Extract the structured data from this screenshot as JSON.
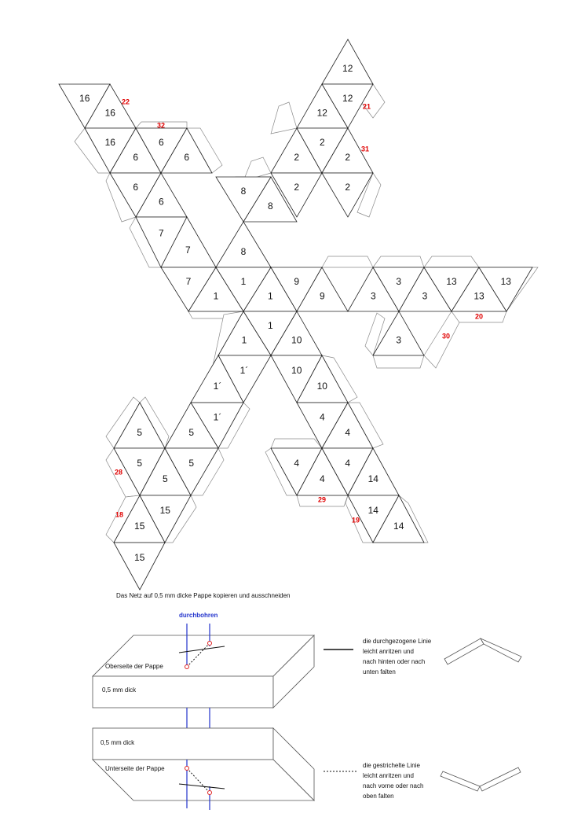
{
  "faces": [
    "16",
    "16",
    "16",
    "6",
    "6",
    "6",
    "6",
    "6",
    "7",
    "7",
    "7",
    "8",
    "8",
    "8",
    "1",
    "1",
    "1",
    "1",
    "1",
    "9",
    "9",
    "3",
    "3",
    "3",
    "3",
    "13",
    "13",
    "13",
    "12",
    "12",
    "12",
    "2",
    "2",
    "2",
    "2",
    "2",
    "10",
    "10",
    "10",
    "4",
    "4",
    "4",
    "4",
    "4",
    "14",
    "14",
    "14",
    "1´",
    "1´",
    "1´",
    "5",
    "5",
    "5",
    "5",
    "5",
    "15",
    "15",
    "15"
  ],
  "tab_numbers": [
    "22",
    "32",
    "21",
    "31",
    "20",
    "30",
    "29",
    "19",
    "28",
    "18"
  ],
  "instruction": "Das Netz auf 0,5 mm dicke Pappe kopieren und ausschneiden",
  "drill_label": "durchbohren",
  "top_side_label": "Oberseite der Pappe",
  "bottom_side_label": "Unterseite der Pappe",
  "thickness_label_top": "0,5 mm dick",
  "thickness_label_bottom": "0,5 mm dick",
  "legend_solid": [
    "die durchgezogene Linie",
    "leicht anritzen und",
    "nach hinten oder nach",
    "unten falten"
  ],
  "legend_dashed": [
    "die gestrichelte Linie",
    "leicht anritzen und",
    "nach vorne oder nach",
    "oben falten"
  ]
}
